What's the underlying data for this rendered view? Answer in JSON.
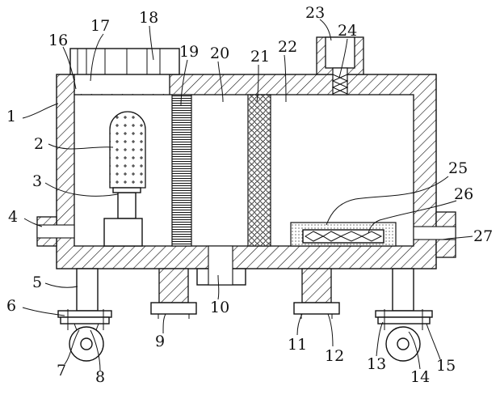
{
  "figure": {
    "background": "#ffffff",
    "ink": "#111111"
  },
  "labels": {
    "n1": "1",
    "n2": "2",
    "n3": "3",
    "n4": "4",
    "n5": "5",
    "n6": "6",
    "n7": "7",
    "n8": "8",
    "n9": "9",
    "n10": "10",
    "n11": "11",
    "n12": "12",
    "n13": "13",
    "n14": "14",
    "n15": "15",
    "n16": "16",
    "n17": "17",
    "n18": "18",
    "n19": "19",
    "n20": "20",
    "n21": "21",
    "n22": "22",
    "n23": "23",
    "n24": "24",
    "n25": "25",
    "n26": "26",
    "n27": "27"
  }
}
